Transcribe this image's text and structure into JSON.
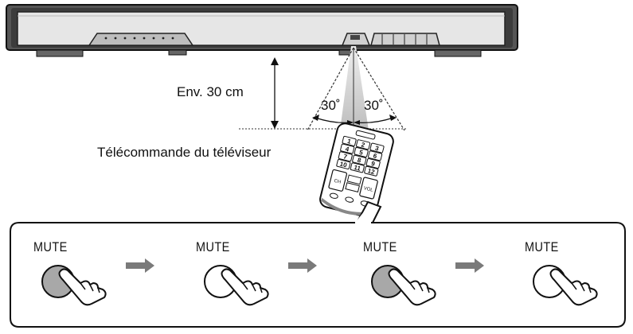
{
  "labels": {
    "height_label": "Env. 30 cm",
    "angle_left": "30˚",
    "angle_right": "30˚",
    "remote_label": "Télécommande du téléviseur"
  },
  "remote_keys": [
    "1",
    "2",
    "3",
    "4",
    "5",
    "6",
    "7",
    "8",
    "9",
    "10",
    "11",
    "12"
  ],
  "remote_labels": {
    "ch": "CH",
    "vol": "VOL"
  },
  "steps": [
    {
      "label": "MUTE",
      "state": "pressed"
    },
    {
      "label": "MUTE",
      "state": "released"
    },
    {
      "label": "MUTE",
      "state": "pressed"
    },
    {
      "label": "MUTE",
      "state": "released"
    }
  ],
  "colors": {
    "button_pressed": "#a8a8a8",
    "button_released": "#ffffff",
    "arrow": "#7a7a7a",
    "beam": "#c8c8c8",
    "soundbar_face": "#e6e6e6"
  }
}
